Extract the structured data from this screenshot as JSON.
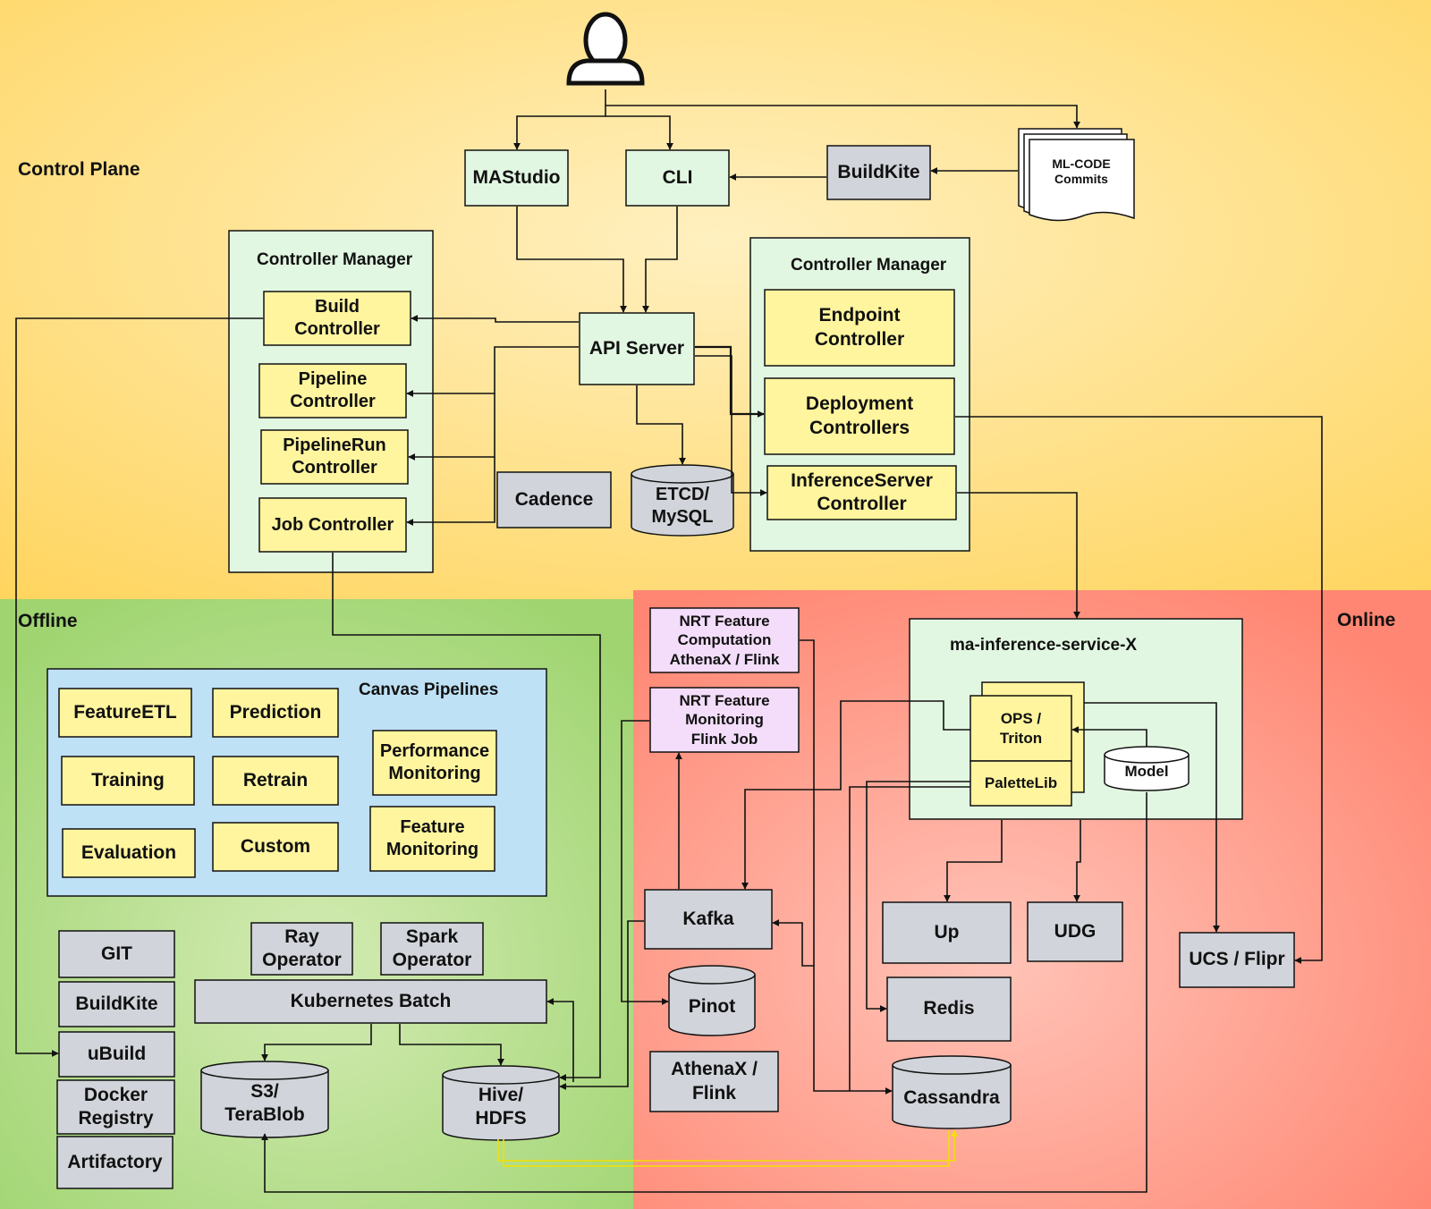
{
  "zones": {
    "control_plane": "Control Plane",
    "offline": "Offline",
    "online": "Online"
  },
  "colors": {
    "control_plane_bg": "#ffe08a",
    "offline_bg": "#9fd470",
    "online_bg": "#ff8672",
    "node_green": "#e2f7e2",
    "node_yellow": "#fff59e",
    "node_gray": "#d1d4da",
    "node_purple": "#f4ddfb",
    "canvas_blue": "#bfe1f5",
    "hdfs_link": "#f4e000"
  },
  "top": {
    "user": "user-icon",
    "mastudio": "MAStudio",
    "cli": "CLI",
    "buildkite": "BuildKite",
    "ml_code_commits": "ML-CODE Commits"
  },
  "left_manager": {
    "title": "Controller Manager",
    "build_controller": "Build Controller",
    "pipeline_controller": "Pipeline Controller",
    "pipelinerun_controller": "PipelineRun Controller",
    "job_controller": "Job Controller"
  },
  "center": {
    "api_server": "API Server",
    "cadence": "Cadence",
    "etcd_mysql": "ETCD/ MySQL"
  },
  "right_manager": {
    "title": "Controller Manager",
    "endpoint_controller": "Endpoint Controller",
    "deployment_controllers": "Deployment Controllers",
    "inferenceserver_controller": "InferenceServer Controller"
  },
  "canvas": {
    "title": "Canvas Pipelines",
    "featureetl": "FeatureETL",
    "prediction": "Prediction",
    "performance_monitoring": "Performance Monitoring",
    "training": "Training",
    "retrain": "Retrain",
    "evaluation": "Evaluation",
    "custom": "Custom",
    "feature_monitoring": "Feature Monitoring"
  },
  "offline_infra": {
    "git": "GIT",
    "buildkite": "BuildKite",
    "ubuild": "uBuild",
    "docker_registry": "Docker Registry",
    "artifactory": "Artifactory",
    "ray_operator": "Ray Operator",
    "spark_operator": "Spark Operator",
    "kubernetes_batch": "Kubernetes Batch",
    "s3_terablob": "S3/ TeraBlob",
    "hive_hdfs": "Hive/ HDFS"
  },
  "online": {
    "nrt_feature_computation": "NRT Feature Computation AthenaX / Flink",
    "nrt_feature_monitoring": "NRT Feature Monitoring Flink Job",
    "kafka": "Kafka",
    "pinot": "Pinot",
    "athenax_flink": "AthenaX / Flink",
    "service_title": "ma-inference-service-X",
    "ops_triton": "OPS / Triton",
    "palettelib": "PaletteLib",
    "model": "Model",
    "up": "Up",
    "udg": "UDG",
    "redis": "Redis",
    "cassandra": "Cassandra",
    "ucs_flipr": "UCS / Flipr"
  }
}
